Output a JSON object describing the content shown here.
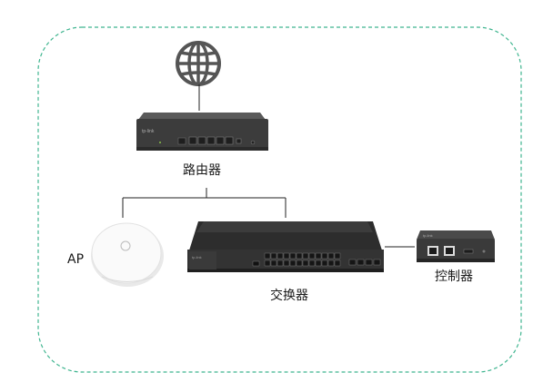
{
  "labels": {
    "router": "路由器",
    "ap": "AP",
    "switch": "交换器",
    "controller": "控制器"
  },
  "colors": {
    "border": "#3fb58f",
    "lines": "#222222",
    "device_body": "#3a3a3a",
    "globe": "#555555"
  },
  "icons": [
    "globe-icon",
    "router-device",
    "ap-device",
    "switch-device",
    "controller-device"
  ]
}
